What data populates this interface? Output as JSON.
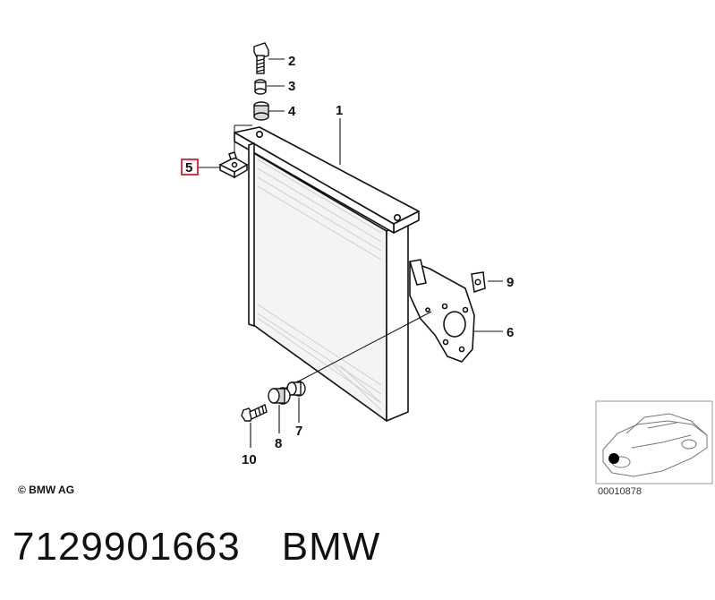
{
  "diagram": {
    "part_labels": {
      "p1": "1",
      "p2": "2",
      "p3": "3",
      "p4": "4",
      "p5": "5",
      "p6": "6",
      "p7": "7",
      "p8": "8",
      "p9": "9",
      "p10": "10"
    },
    "highlighted_part": "5",
    "highlight_color": "#d0021b",
    "copyright": "© BMW AG",
    "reference_number": "00010878"
  },
  "footer": {
    "part_number": "7129901663",
    "brand": "BMW"
  }
}
